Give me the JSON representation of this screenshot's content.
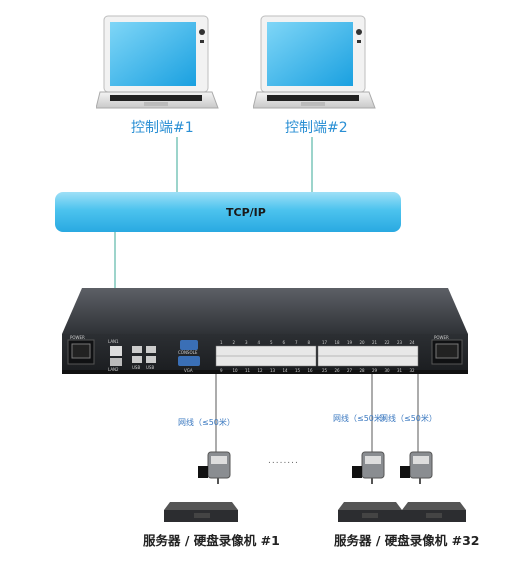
{
  "consoles": [
    {
      "label": "控制端#1"
    },
    {
      "label": "控制端#2"
    }
  ],
  "network": {
    "label": "TCP/IP"
  },
  "switch": {
    "power_left": "POWER",
    "lan": "LAN1",
    "lan2": "LAN2",
    "usb1": "USB",
    "usb2": "USB",
    "console": "CONSOLE",
    "vga": "VGA",
    "power_right": "POWER",
    "port_numbers_top": [
      "1",
      "2",
      "3",
      "4",
      "5",
      "6",
      "7",
      "8",
      "17",
      "18",
      "19",
      "20",
      "21",
      "22",
      "23",
      "24"
    ],
    "port_numbers_bottom": [
      "9",
      "10",
      "11",
      "12",
      "13",
      "14",
      "15",
      "16",
      "25",
      "26",
      "27",
      "28",
      "29",
      "30",
      "31",
      "32"
    ]
  },
  "cables": {
    "note": "网线（≤50米）"
  },
  "ellipsis": "........",
  "devices": [
    {
      "label": "服务器 / 硬盘录像机 #1"
    },
    {
      "label": "服务器 / 硬盘录像机 #32"
    }
  ],
  "colors": {
    "accent": "#2a8fd4",
    "bar": "#4cc3ee",
    "line": "#5bb7a8",
    "switch_body": "#3a3d42"
  }
}
